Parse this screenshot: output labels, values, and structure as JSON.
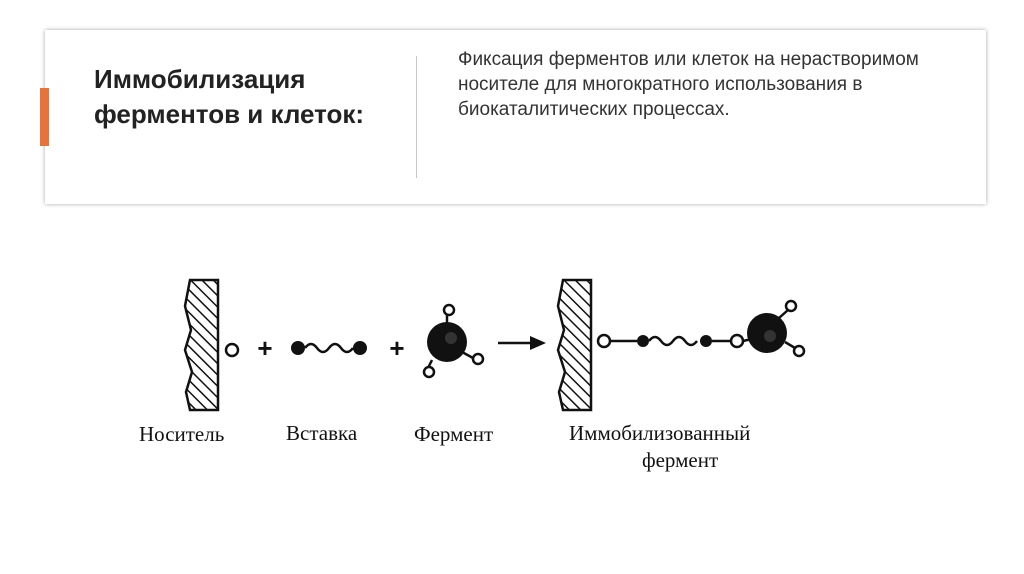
{
  "card": {
    "title": "Иммобилизация ферментов и клеток:",
    "description": "Фиксация ферментов или клеток на нерастворимом носителе для многократного использования в биокаталитических процессах."
  },
  "diagram": {
    "plus_symbol": "+",
    "labels": {
      "carrier": "Носитель",
      "spacer": "Вставка",
      "enzyme": "Фермент",
      "immobilized_line1": "Иммобилизованный",
      "immobilized_line2": "фермент"
    }
  },
  "colors": {
    "accent": "#e8733a"
  }
}
